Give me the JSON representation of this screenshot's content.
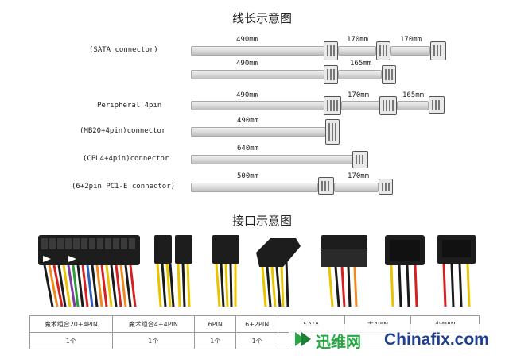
{
  "titles": {
    "wire_length": "线长示意图",
    "interface": "接口示意图"
  },
  "cables": [
    {
      "label": "(SATA connector)",
      "segments": [
        "490mm",
        "170mm",
        "170mm"
      ]
    },
    {
      "label": "",
      "segments": [
        "490mm",
        "165mm"
      ]
    },
    {
      "label": "Peripheral 4pin",
      "segments": [
        "490mm",
        "170mm",
        "165mm"
      ]
    },
    {
      "label": "(MB20+4pin)connector",
      "segments": [
        "490mm"
      ]
    },
    {
      "label": "(CPU4+4pin)connector",
      "segments": [
        "640mm"
      ]
    },
    {
      "label": "(6+2pin PC1-E connector)",
      "segments": [
        "500mm",
        "170mm"
      ]
    }
  ],
  "connector_table": {
    "names": [
      "魔术组合20+4PIN",
      "魔术组合4+4PIN",
      "6PIN",
      "6+2PIN",
      "SATA",
      "大4PIN",
      "小4PIN"
    ],
    "counts": [
      "1个",
      "1个",
      "1个",
      "1个",
      "",
      "",
      ""
    ]
  },
  "watermark": {
    "brand_cn": "迅维网",
    "brand_en": "Chinafix.com"
  },
  "colors": {
    "wire_yellow": "#e8c400",
    "wire_red": "#d42020",
    "wire_black": "#1a1a1a",
    "wire_orange": "#f08a1c",
    "wire_green": "#2f9a3a",
    "wire_purple": "#7a3fa0",
    "wire_blue": "#2e5fc0",
    "brand_green": "#27a845"
  }
}
